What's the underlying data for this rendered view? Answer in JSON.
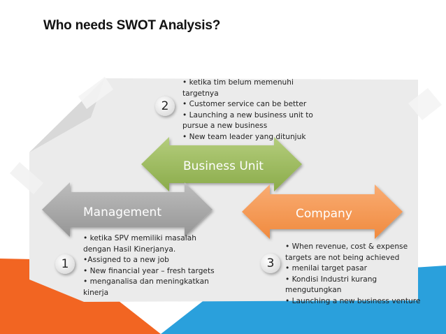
{
  "slide": {
    "title": "Who needs SWOT Analysis?"
  },
  "arrows": {
    "business_unit": "Business Unit",
    "management": "Management",
    "company": "Company"
  },
  "numbers": {
    "one": "1",
    "two": "2",
    "three": "3"
  },
  "lists": {
    "business_unit": [
      "• ketika tim belum memenuhi",
      "targetnya",
      "• Customer service can be better",
      "• Launching a new business unit to",
      "   pursue a  new business",
      "• New team leader yang ditunjuk"
    ],
    "management": [
      "• ketika SPV  memiliki masalah",
      "dengan Hasil Kinerjanya.",
      "•Assigned to a new job",
      "• New financial year – fresh targets",
      "• menganalisa dan meningkatkan",
      "kinerja"
    ],
    "company": [
      "• When revenue, cost & expense",
      "   targets are not being  achieved",
      "• menilai target pasar",
      "• Kondisi Industri kurang",
      "mengutungkan",
      "• Launching a new business venture"
    ]
  },
  "colors": {
    "business_unit_arrow": "#9bba59",
    "management_arrow": "#a6a6a6",
    "company_arrow": "#f79646",
    "bottom_orange": "#f26522",
    "bottom_blue": "#2aa0dc",
    "card_grey": "#ebebeb"
  }
}
